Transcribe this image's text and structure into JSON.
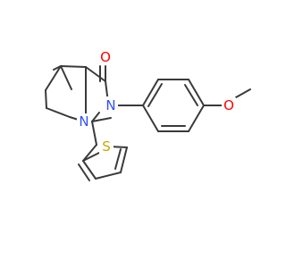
{
  "molecule": {
    "atoms": {
      "O_carbonyl": {
        "label": "O",
        "color": "#ff0000"
      },
      "N_amide": {
        "label": "N",
        "color": "#3050f8"
      },
      "N_ring": {
        "label": "N",
        "color": "#3050f8"
      },
      "O_methoxy": {
        "label": "O",
        "color": "#ff0000"
      },
      "S_thiophene": {
        "label": "S",
        "color": "#c8a800"
      }
    },
    "bond_color": "#3a3a3a"
  }
}
